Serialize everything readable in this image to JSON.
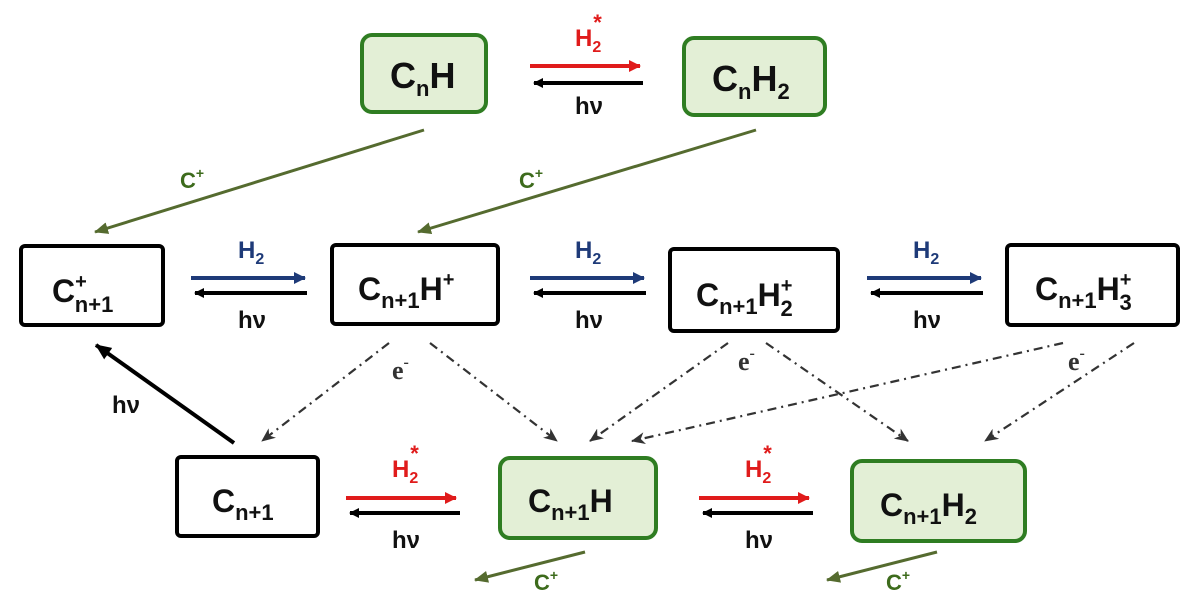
{
  "species": {
    "cnh": {
      "base": "C",
      "sub1": "n",
      "mid": "H",
      "sub2": ""
    },
    "cnh2": {
      "base": "C",
      "sub1": "n",
      "mid": "H",
      "sub2": "2"
    },
    "cn1plus": {
      "base": "C",
      "sup": "+",
      "sub1": "n+1"
    },
    "cn1hplus": {
      "base": "C",
      "sub1": "n+1",
      "mid": "H",
      "sup": "+"
    },
    "cn1h2plus": {
      "base": "C",
      "sub1": "n+1",
      "mid": "H",
      "sup": "+",
      "sub2": "2"
    },
    "cn1h3plus": {
      "base": "C",
      "sub1": "n+1",
      "mid": "H",
      "sup": "+",
      "sub2": "3"
    },
    "cn1": {
      "base": "C",
      "sub1": "n+1"
    },
    "cn1h": {
      "base": "C",
      "sub1": "n+1",
      "mid": "H"
    },
    "cn1h2": {
      "base": "C",
      "sub1": "n+1",
      "mid": "H",
      "sub2": "2"
    }
  },
  "labels": {
    "hv": "hν",
    "h2": "H",
    "h2_sub": "2",
    "star": "*",
    "cplus": "C",
    "cplus_sup": "+",
    "electron": "e",
    "electron_sup": "-"
  },
  "colors": {
    "green_box_fill": "#e3efd6",
    "green_box_stroke": "#2f7d22",
    "olive_arrow": "#556b2f",
    "red_arrow": "#e01b1b",
    "navy_arrow": "#1e3a78",
    "black_arrow": "#000000",
    "dashed_arrow": "#333333"
  }
}
